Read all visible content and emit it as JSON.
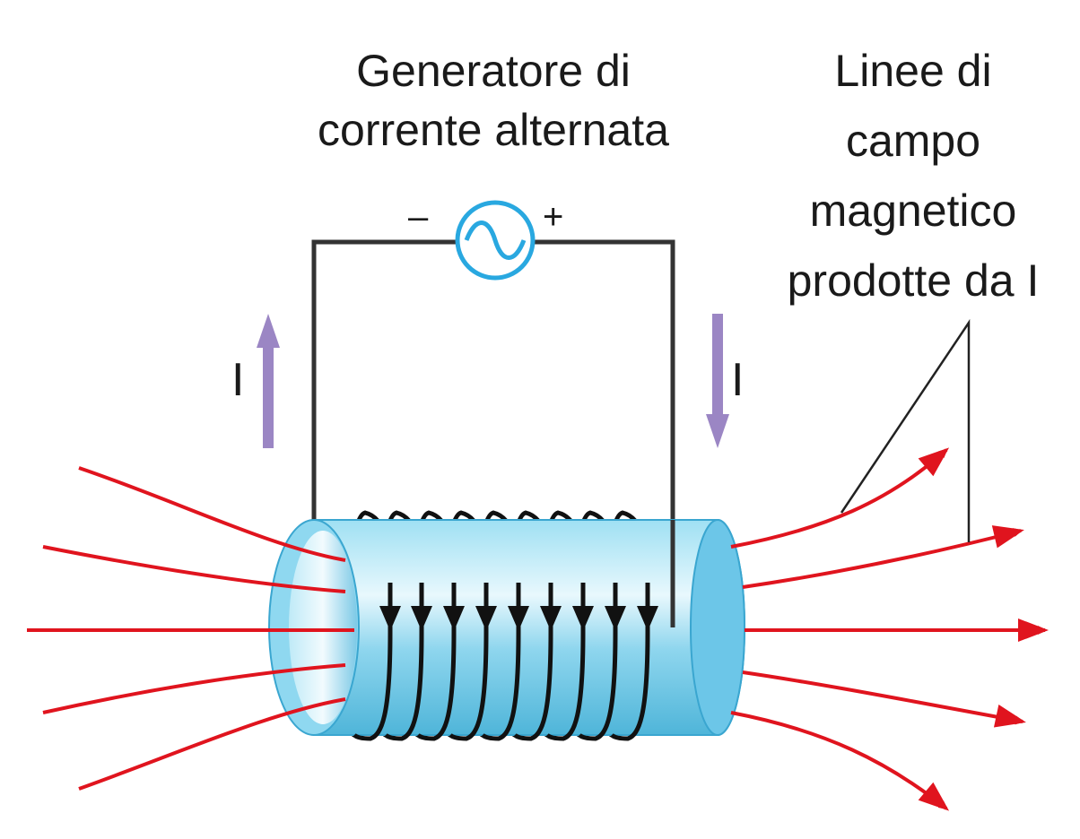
{
  "labels": {
    "generator": [
      "Generatore di",
      "corrente alternata"
    ],
    "field_lines": [
      "Linee di",
      "campo",
      "magnetico",
      "prodotte da I"
    ],
    "current_left": "I",
    "current_right": "I",
    "minus_sign": "–",
    "plus_sign": "+"
  },
  "colors": {
    "field_line": "#e0141e",
    "coil_wire": "#111111",
    "circuit_wire": "#333333",
    "cylinder": "#7dd3ee",
    "generator": "#29a8e0",
    "current_arrow": "#9b86c4"
  },
  "icons": {
    "generator": "ac-source-icon"
  }
}
